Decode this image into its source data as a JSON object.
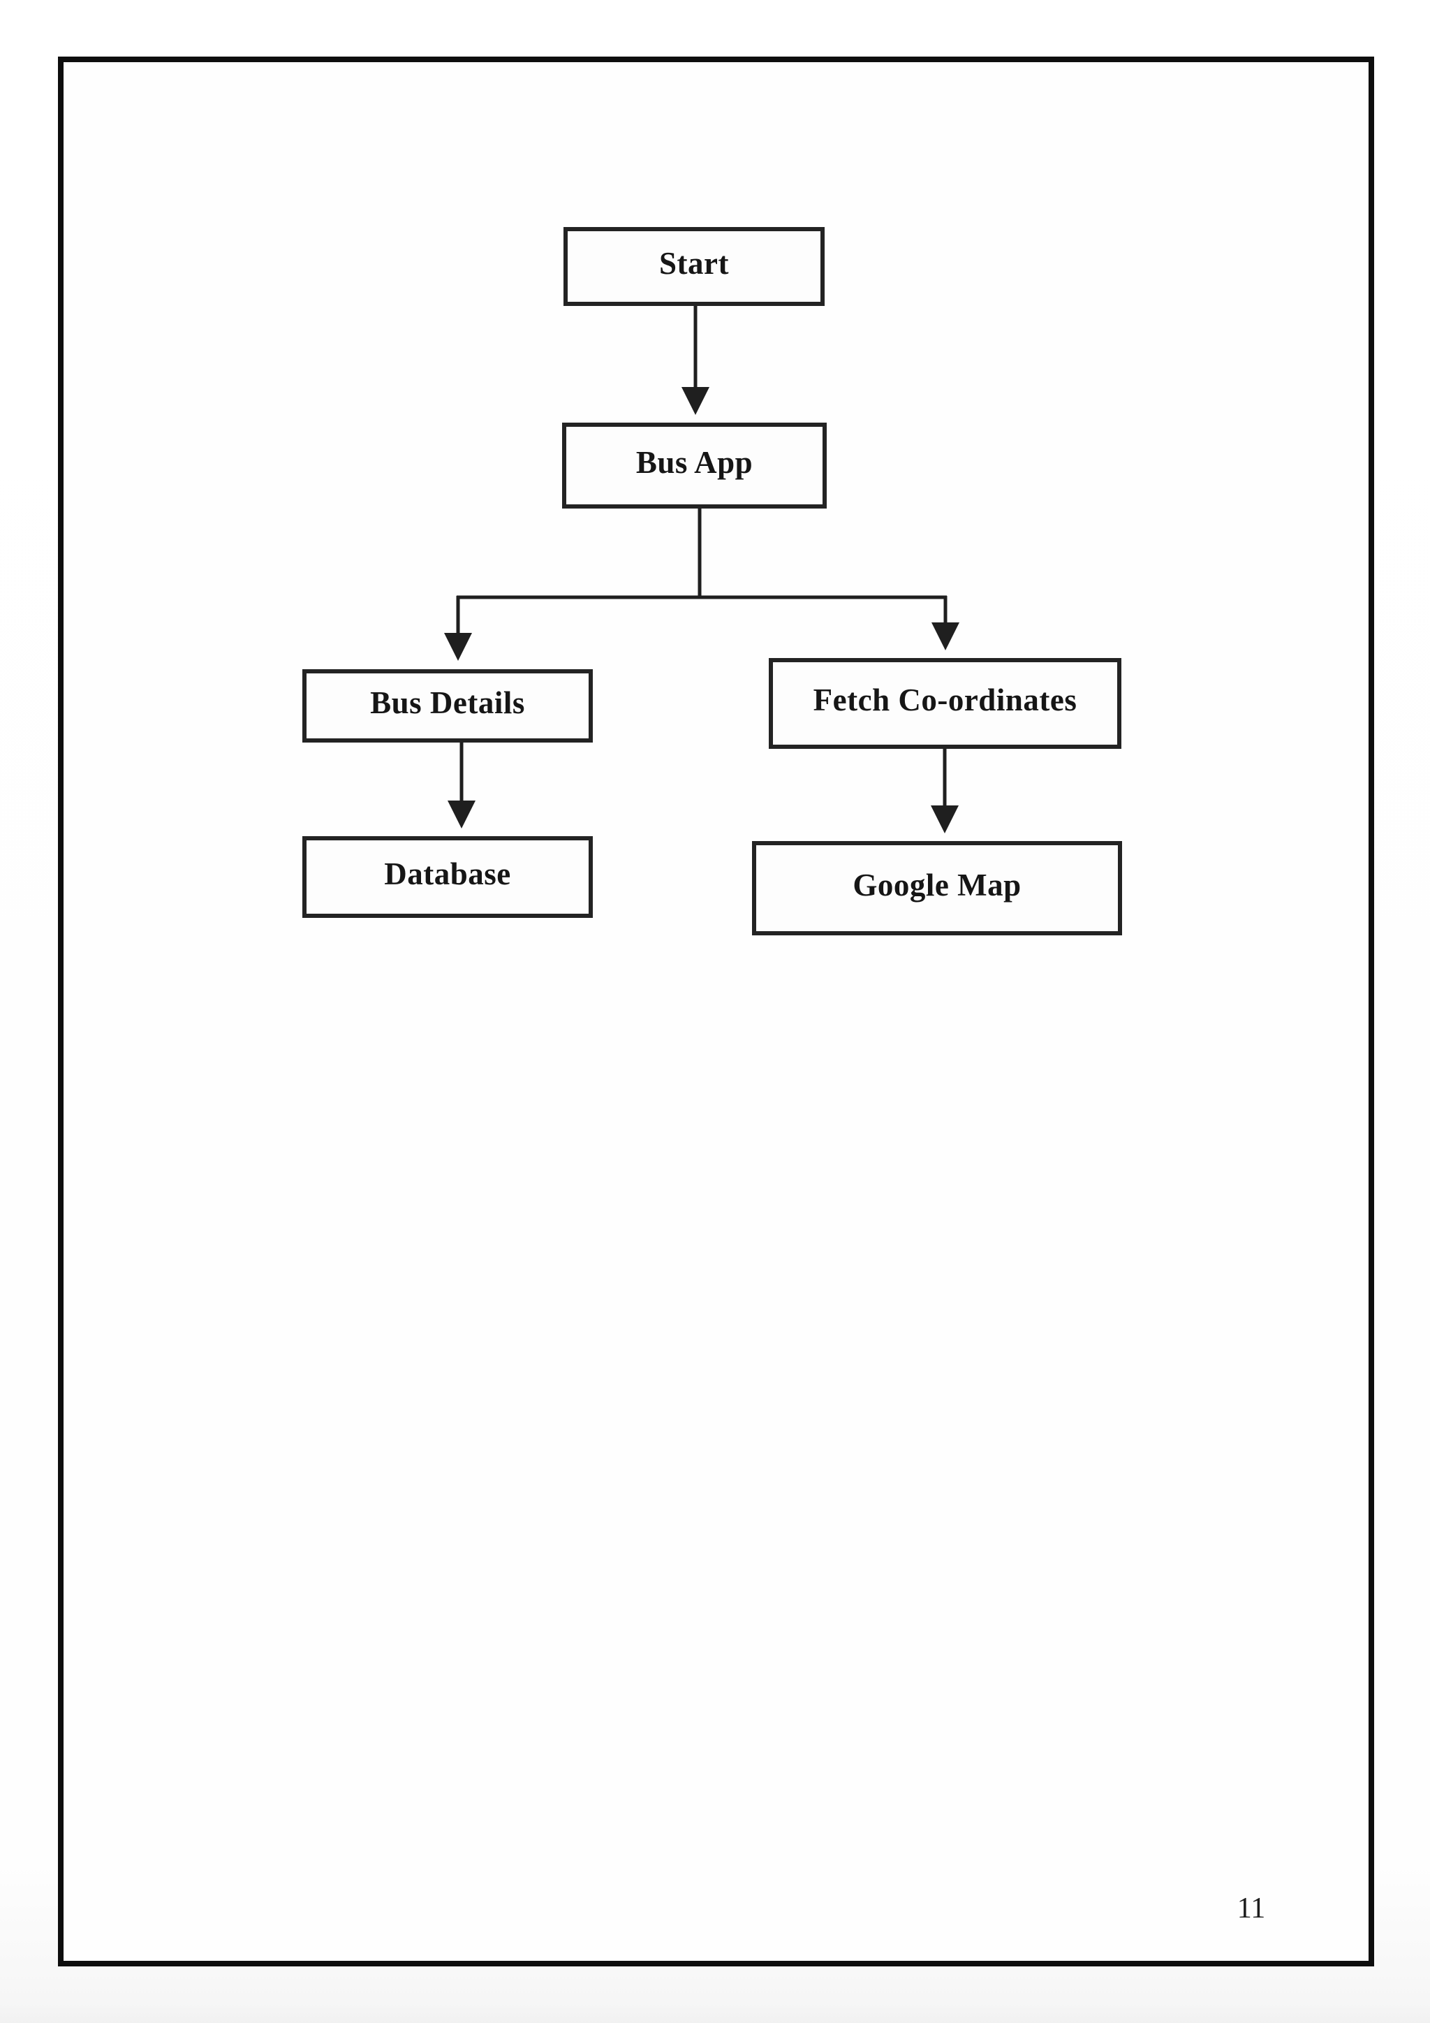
{
  "diagram": {
    "type": "flowchart",
    "nodes": {
      "start": {
        "label": "Start"
      },
      "bus_app": {
        "label": "Bus App"
      },
      "bus_details": {
        "label": "Bus Details"
      },
      "fetch_coordinates": {
        "label": "Fetch Co-ordinates"
      },
      "database": {
        "label": "Database"
      },
      "google_map": {
        "label": "Google Map"
      }
    },
    "edges": [
      {
        "from": "start",
        "to": "bus_app"
      },
      {
        "from": "bus_app",
        "to": "bus_details"
      },
      {
        "from": "bus_app",
        "to": "fetch_coordinates"
      },
      {
        "from": "bus_details",
        "to": "database"
      },
      {
        "from": "fetch_coordinates",
        "to": "google_map"
      }
    ],
    "colors": {
      "line": "#1f1f1f",
      "box_border": "#232323",
      "box_fill": "#fdfdfd",
      "text": "#161616",
      "page_border": "#0e0e0e"
    }
  },
  "page": {
    "number": "11"
  }
}
